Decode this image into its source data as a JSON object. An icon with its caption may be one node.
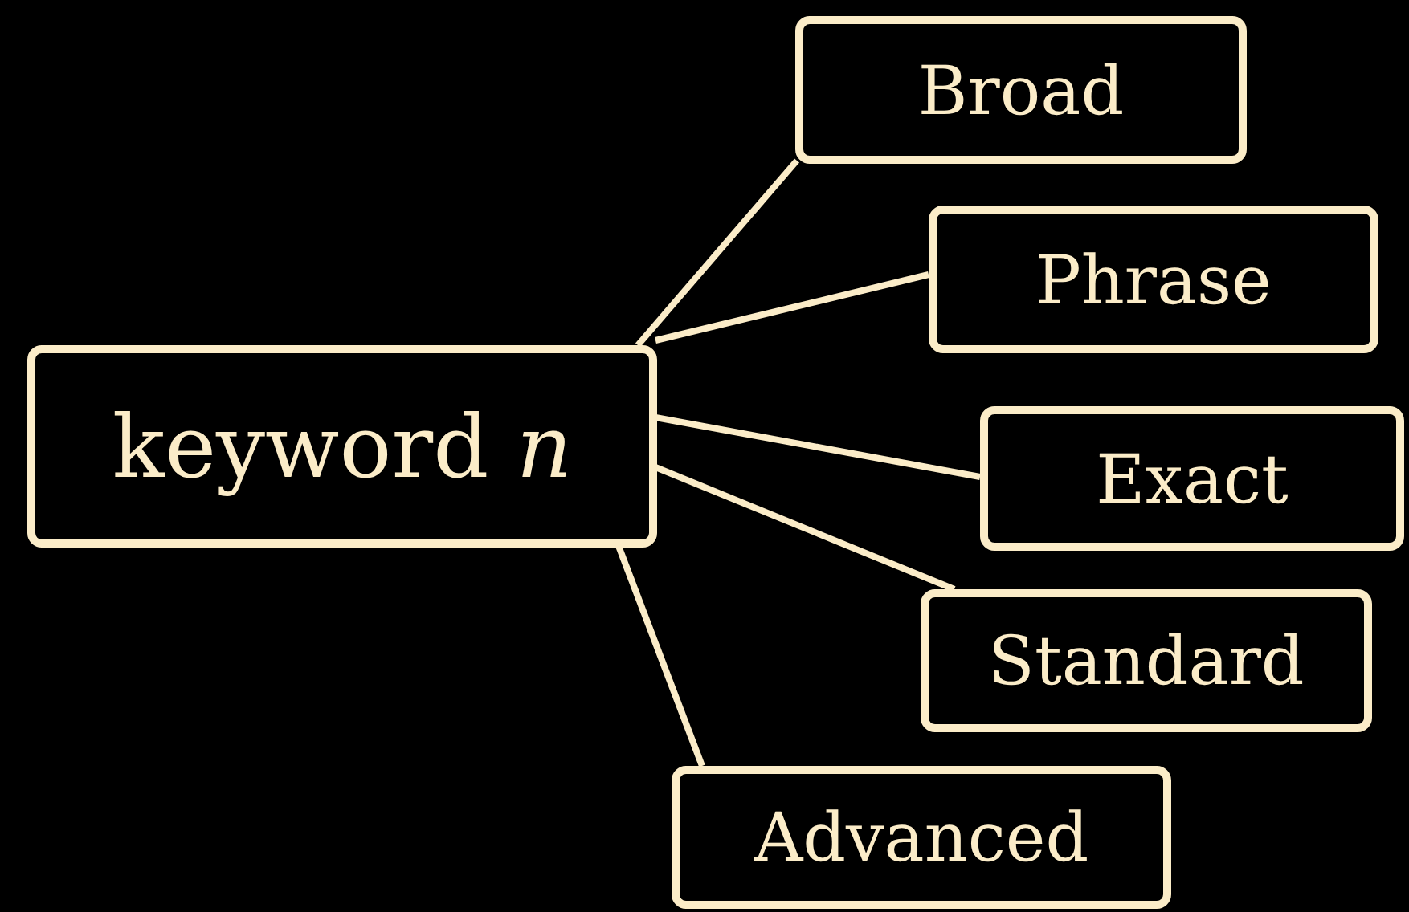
{
  "diagram": {
    "nodes": [
      {
        "text": [
          "keyword *n*"
        ]
      },
      {
        "text": [
          "Broad"
        ]
      },
      {
        "text": [
          "Phrase"
        ]
      },
      {
        "text": [
          "Exact"
        ]
      },
      {
        "text": [
          "Standard"
        ]
      },
      {
        "text": [
          "Advanced"
        ]
      }
    ],
    "edges": [
      {
        "from": 0,
        "to": 1,
        "arrow": "none"
      },
      {
        "from": 0,
        "to": 2,
        "arrow": "none"
      },
      {
        "from": 0,
        "to": 3,
        "arrow": "none"
      },
      {
        "from": 0,
        "to": 4,
        "arrow": "none"
      },
      {
        "from": 0,
        "to": 5,
        "arrow": "none"
      }
    ]
  }
}
